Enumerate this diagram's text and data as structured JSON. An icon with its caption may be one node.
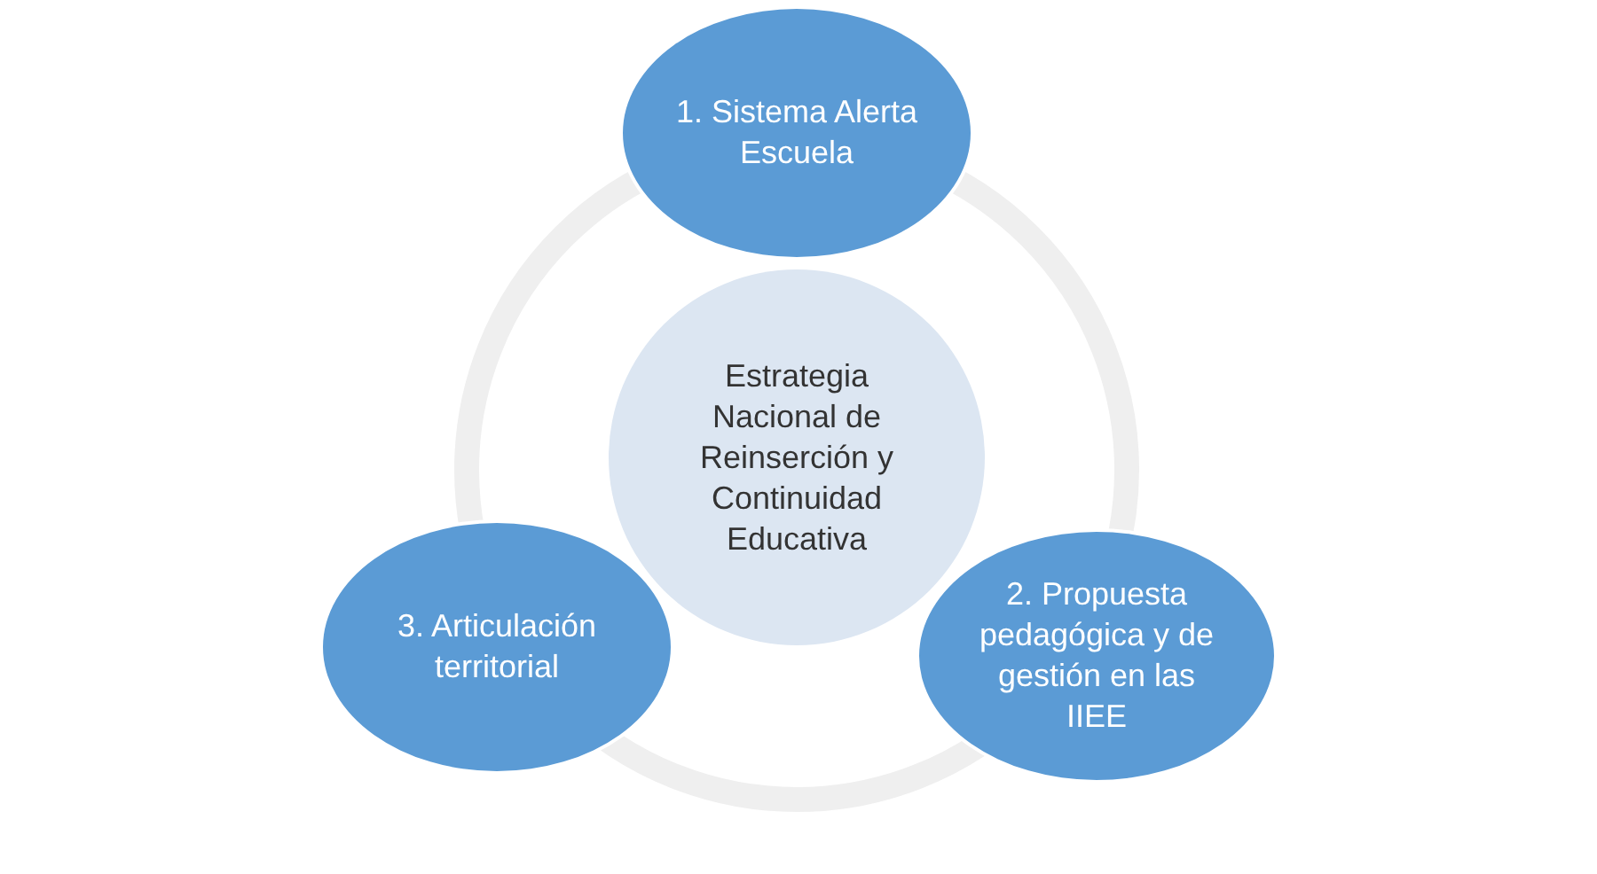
{
  "diagram": {
    "nodes": [
      {
        "text": [
          "1. Sistema Alerta Escuela"
        ]
      },
      {
        "text": [
          "Estrategia Nacional de Reinserción y Continuidad Educativa"
        ]
      },
      {
        "text": [
          "3. Articulación territorial"
        ]
      },
      {
        "text": [
          "2. Propuesta pedagógica y de gestión en las IIEE"
        ]
      }
    ]
  }
}
